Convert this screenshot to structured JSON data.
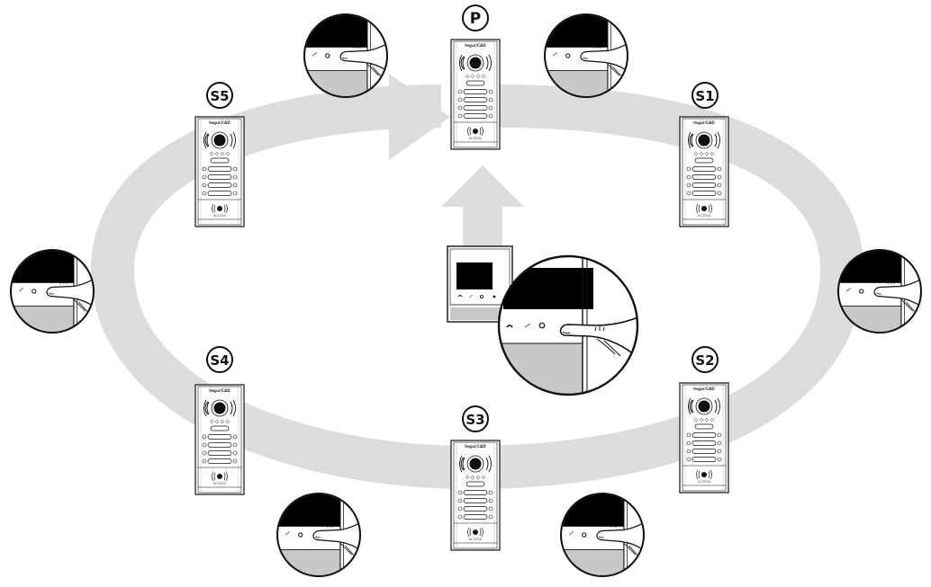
{
  "panels": [
    {
      "id": "P",
      "label": "P",
      "brand": "tegui/CAD",
      "access": "ACCESS"
    },
    {
      "id": "S1",
      "label": "S1",
      "brand": "tegui/CAD",
      "access": "ACCESS"
    },
    {
      "id": "S2",
      "label": "S2",
      "brand": "tegui/CAD",
      "access": "ACCESS"
    },
    {
      "id": "S3",
      "label": "S3",
      "brand": "tegui/CAD",
      "access": "ACCESS"
    },
    {
      "id": "S4",
      "label": "S4",
      "brand": "tegui/CAD",
      "access": "ACCESS"
    },
    {
      "id": "S5",
      "label": "S5",
      "brand": "tegui/CAD",
      "access": "ACCESS"
    }
  ],
  "colors": {
    "arrow": "#dcdcdc",
    "ink": "#111111",
    "screen": "#000000",
    "panel_base": "#c8c8c8"
  },
  "icons": {
    "cycle": "circular-arrow-icon",
    "up": "up-arrow-icon",
    "press": "finger-press-icon",
    "monitor": "video-monitor-icon"
  }
}
